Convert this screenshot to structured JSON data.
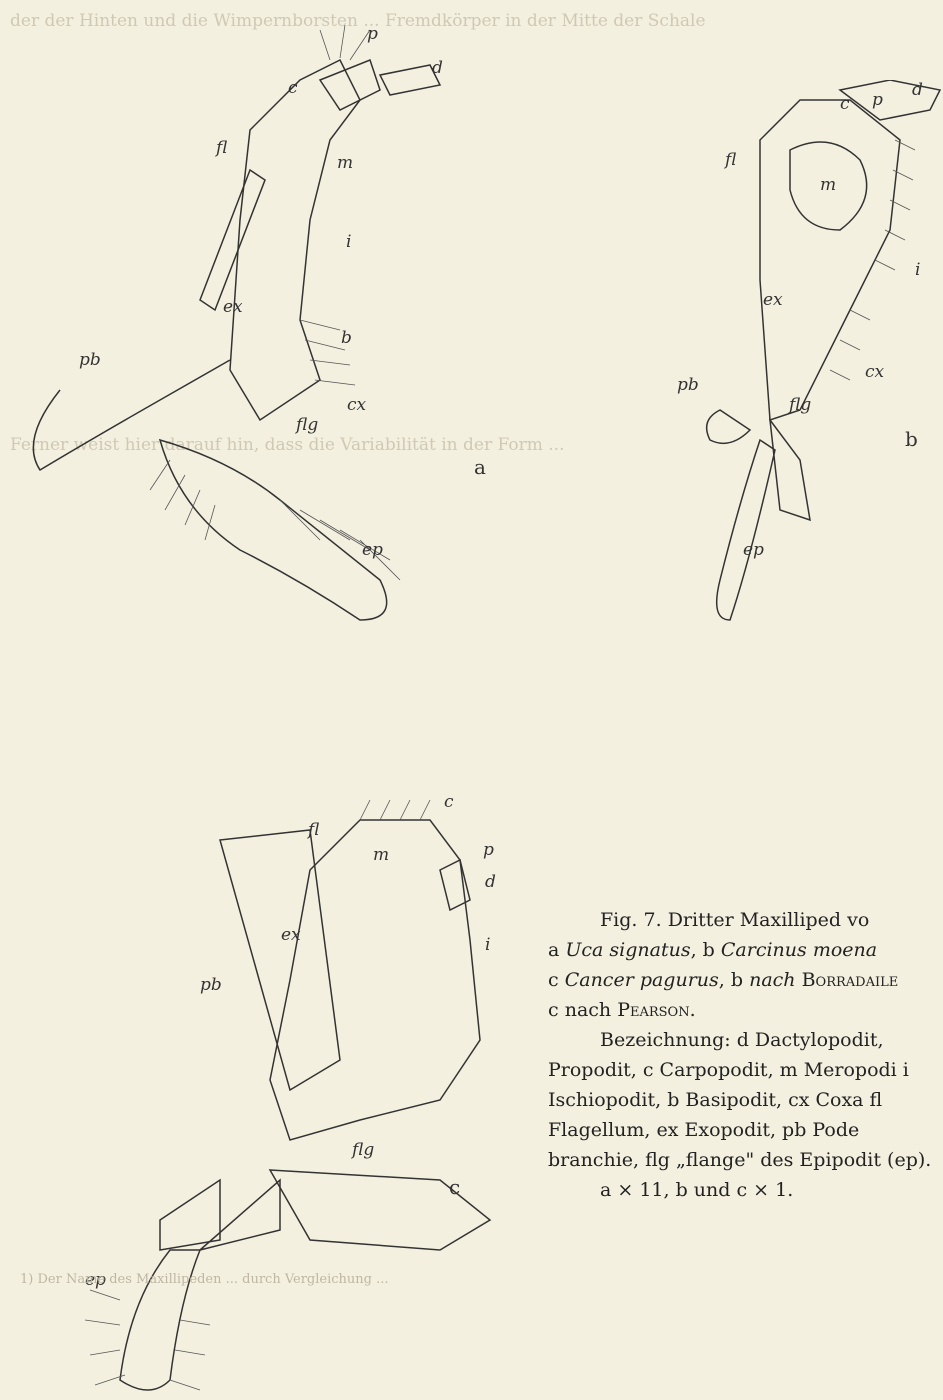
{
  "background": {
    "lines_top": "der der Hinten und die Wimpernborsten ... Fremdkörper in der Mitte der Schale",
    "lines_mid": "Ferner weist hier darauf hin, dass die Variabilität in der Form ...",
    "footnote": "1) Der Name des Maxillipeden ... durch Vergleichung ..."
  },
  "figure_a": {
    "panel": "a",
    "labels": {
      "p": "p",
      "d": "d",
      "c": "c",
      "fl": "fl",
      "m": "m",
      "i": "i",
      "ex": "ex",
      "b": "b",
      "pb": "pb",
      "cx": "cx",
      "flg": "flg",
      "ep": "ep"
    }
  },
  "figure_b": {
    "panel": "b",
    "labels": {
      "c": "c",
      "p": "p",
      "d": "d",
      "fl": "fl",
      "m": "m",
      "i": "i",
      "ex": "ex",
      "cx": "cx",
      "pb": "pb",
      "flg": "flg",
      "ep": "ep"
    }
  },
  "figure_c": {
    "panel": "c",
    "labels": {
      "c": "c",
      "fl": "fl",
      "m": "m",
      "p": "p",
      "d": "d",
      "ex": "ex",
      "i": "i",
      "pb": "pb",
      "flg": "flg",
      "ep": "ep"
    }
  },
  "caption": {
    "fig": "Fig. 7.",
    "title": "Dritter Maxilliped vo",
    "a_prefix": "a",
    "a_species": "Uca signatus",
    "sep1": ",",
    "b_prefix": "b",
    "b_species": "Carcinus moena",
    "c_prefix": "c",
    "c_species": "Cancer pagurus",
    "sep2": ",",
    "b_prefix2": "b",
    "nach": "nach",
    "author1": "Borradaile",
    "c_prefix2": "c",
    "nach2": "nach",
    "author2": "Pearson.",
    "legend": "Bezeichnung: d Dactylopodit, Propodit, c Carpopodit, m Meropodi i Ischiopodit, b Basipodit, cx Coxa fl Flagellum, ex Exopodit, pb Pode branchie, flg „flange\" des Epipodit (ep).",
    "magnification": "a × 11, b und c × 1."
  }
}
